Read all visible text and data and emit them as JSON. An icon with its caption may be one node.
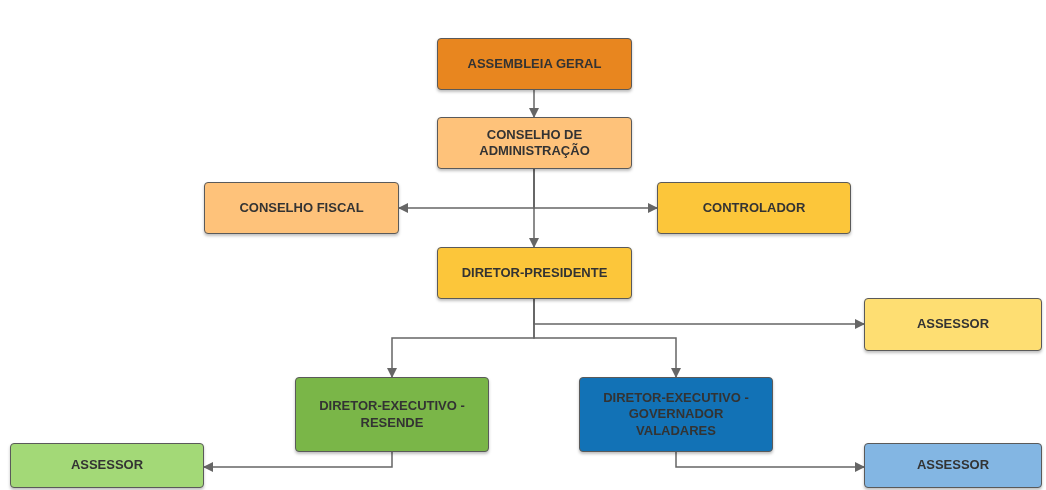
{
  "diagram": {
    "nodes": [
      {
        "text": [
          "ASSEMBLEIA GERAL"
        ]
      },
      {
        "text": [
          "CONSELHO DE ADMINISTRAÇÃO"
        ]
      },
      {
        "text": [
          "CONSELHO FISCAL"
        ]
      },
      {
        "text": [
          "CONTROLADOR"
        ]
      },
      {
        "text": [
          "DIRETOR-PRESIDENTE"
        ]
      },
      {
        "text": [
          "ASSESSOR"
        ]
      },
      {
        "text": [
          "DIRETOR-EXECUTIVO - RESENDE"
        ]
      },
      {
        "text": [
          "DIRETOR-EXECUTIVO - GOVERNADOR VALADARES"
        ]
      },
      {
        "text": [
          "ASSESSOR"
        ]
      },
      {
        "text": [
          "ASSESSOR"
        ]
      }
    ],
    "edges": [
      {
        "from": 0,
        "to": 1,
        "arrow": "to"
      },
      {
        "from": 1,
        "to": 4,
        "arrow": "to"
      },
      {
        "from": 1,
        "to": 2,
        "arrow": "to"
      },
      {
        "from": 1,
        "to": 3,
        "arrow": "to"
      },
      {
        "from": 4,
        "to": 5,
        "arrow": "to"
      },
      {
        "from": 4,
        "to": 6,
        "arrow": "to"
      },
      {
        "from": 4,
        "to": 7,
        "arrow": "to"
      },
      {
        "from": 6,
        "to": 8,
        "arrow": "to"
      },
      {
        "from": 7,
        "to": 9,
        "arrow": "to"
      }
    ]
  }
}
